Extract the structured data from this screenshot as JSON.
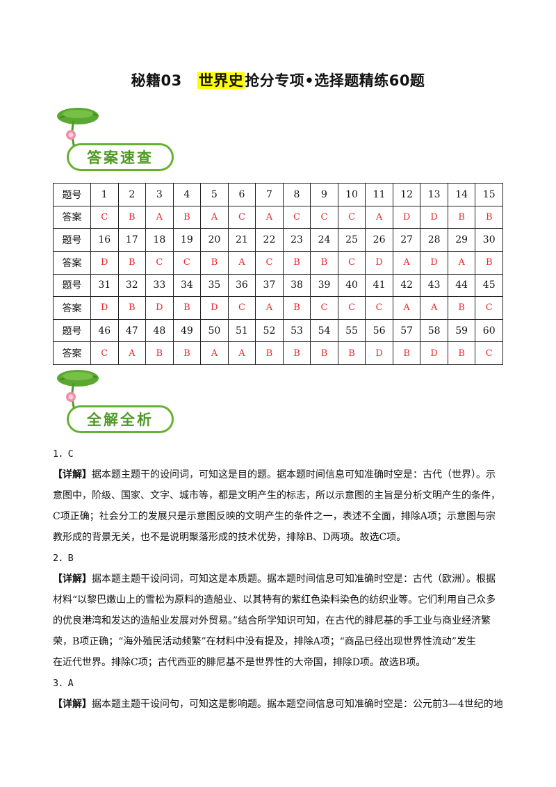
{
  "title": {
    "prefix": "秘籍03",
    "highlight": "世界史",
    "suffix": "抢分专项•选择题精练60题"
  },
  "sections": {
    "answers": "答案速查",
    "analysis": "全解全析"
  },
  "table": {
    "question_label": "题号",
    "answer_label": "答案",
    "rows": [
      {
        "numbers": [
          "1",
          "2",
          "3",
          "4",
          "5",
          "6",
          "7",
          "8",
          "9",
          "10",
          "11",
          "12",
          "13",
          "14",
          "15"
        ],
        "answers": [
          "C",
          "B",
          "A",
          "B",
          "A",
          "C",
          "A",
          "C",
          "C",
          "C",
          "A",
          "D",
          "D",
          "B",
          "B"
        ]
      },
      {
        "numbers": [
          "16",
          "17",
          "18",
          "19",
          "20",
          "21",
          "22",
          "23",
          "24",
          "25",
          "26",
          "27",
          "28",
          "29",
          "30"
        ],
        "answers": [
          "D",
          "B",
          "C",
          "C",
          "B",
          "A",
          "C",
          "B",
          "B",
          "C",
          "D",
          "A",
          "D",
          "A",
          "B"
        ]
      },
      {
        "numbers": [
          "31",
          "32",
          "33",
          "34",
          "35",
          "36",
          "37",
          "38",
          "39",
          "40",
          "41",
          "42",
          "43",
          "44",
          "45"
        ],
        "answers": [
          "D",
          "B",
          "D",
          "B",
          "D",
          "C",
          "A",
          "B",
          "C",
          "C",
          "C",
          "A",
          "A",
          "B",
          "C"
        ]
      },
      {
        "numbers": [
          "46",
          "47",
          "48",
          "49",
          "50",
          "51",
          "52",
          "53",
          "54",
          "55",
          "56",
          "57",
          "58",
          "59",
          "60"
        ],
        "answers": [
          "C",
          "A",
          "B",
          "B",
          "A",
          "A",
          "B",
          "B",
          "B",
          "B",
          "D",
          "B",
          "D",
          "B",
          "C"
        ]
      }
    ]
  },
  "explanations": [
    {
      "number": "1．C",
      "tag": "【详解】",
      "lines": [
        "据本题主题干的设问词，可知这是目的题。据本题时间信息可知准确时空是：古代（世界）。示",
        "意图中，阶级、国家、文字、城市等，都是文明产生的标志，所以示意图的主旨是分析文明产生的条件，",
        "C项正确；社会分工的发展只是示意图反映的文明产生的条件之一，表述不全面，排除A项；示意图与宗",
        "教形成的背景无关，也不是说明聚落形成的技术优势，排除B、D两项。故选C项。"
      ]
    },
    {
      "number": "2．B",
      "tag": "【详解】",
      "lines": [
        "据本题主题干设问词，可知这是本质题。据本题时间信息可知准确时空是：古代（欧洲）。根据",
        "材料“以黎巴嫩山上的雪松为原料的造船业、以其特有的紫红色染料染色的纺织业等。它们利用自己众多",
        "的优良港湾和发达的造船业发展对外贸易。”结合所学知识可知，在古代的腓尼基的手工业与商业经济繁",
        "荣，B项正确；“海外殖民活动频繁”在材料中没有提及，排除A项；“商品已经出现世界性流动”发生",
        "在近代世界。排除C项；古代西亚的腓尼基不是世界性的大帝国，排除D项。故选B项。"
      ]
    },
    {
      "number": "3．A",
      "tag": "【详解】",
      "lines": [
        "据本题主题干设问句，可知这是影响题。据本题空间信息可知准确时空是：公元前3—4世纪的地"
      ]
    }
  ]
}
